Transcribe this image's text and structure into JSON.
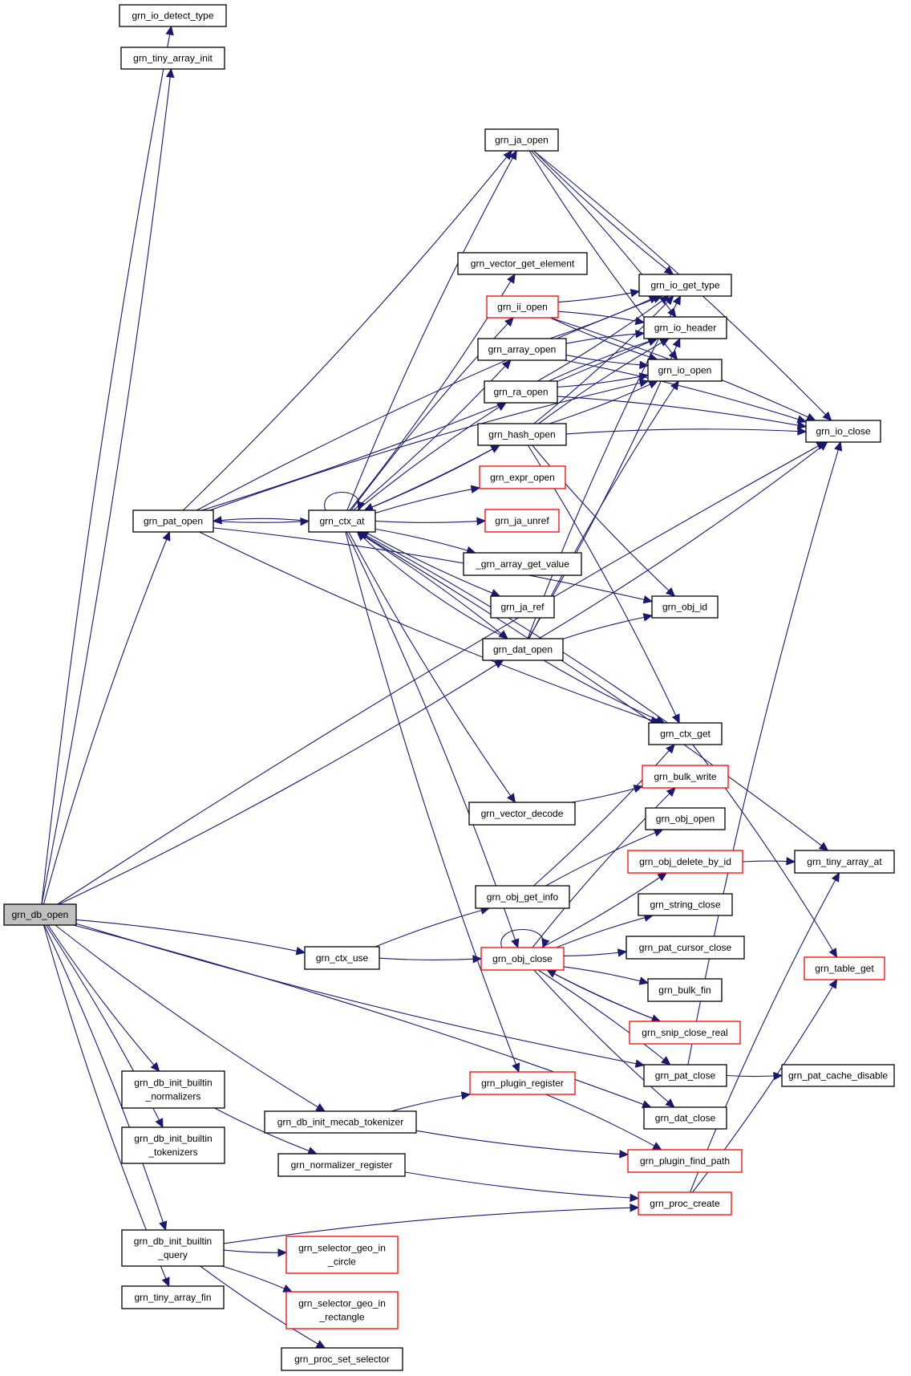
{
  "diagram": {
    "title": "grn_db_open call graph",
    "colors": {
      "edge": "#191970",
      "node_border": "#000000",
      "node_border_truncated": "#ff0000",
      "root_fill": "#bfbfbf",
      "node_fill": "#ffffff"
    },
    "nodes": [
      {
        "id": "grn_db_open",
        "label": "grn_db_open",
        "type": "root"
      },
      {
        "id": "grn_io_detect_type",
        "label": "grn_io_detect_type",
        "type": "normal"
      },
      {
        "id": "grn_tiny_array_init",
        "label": "grn_tiny_array_init",
        "type": "normal"
      },
      {
        "id": "grn_ja_open",
        "label": "grn_ja_open",
        "type": "normal"
      },
      {
        "id": "grn_vector_get_element",
        "label": "grn_vector_get_element",
        "type": "normal"
      },
      {
        "id": "grn_ii_open",
        "label": "grn_ii_open",
        "type": "truncated"
      },
      {
        "id": "grn_io_get_type",
        "label": "grn_io_get_type",
        "type": "normal"
      },
      {
        "id": "grn_io_header",
        "label": "grn_io_header",
        "type": "normal"
      },
      {
        "id": "grn_array_open",
        "label": "grn_array_open",
        "type": "normal"
      },
      {
        "id": "grn_io_open",
        "label": "grn_io_open",
        "type": "normal"
      },
      {
        "id": "grn_ra_open",
        "label": "grn_ra_open",
        "type": "normal"
      },
      {
        "id": "grn_hash_open",
        "label": "grn_hash_open",
        "type": "normal"
      },
      {
        "id": "grn_io_close",
        "label": "grn_io_close",
        "type": "normal"
      },
      {
        "id": "grn_expr_open",
        "label": "grn_expr_open",
        "type": "truncated"
      },
      {
        "id": "grn_pat_open",
        "label": "grn_pat_open",
        "type": "normal"
      },
      {
        "id": "grn_ctx_at",
        "label": "grn_ctx_at",
        "type": "normal"
      },
      {
        "id": "grn_ja_unref",
        "label": "grn_ja_unref",
        "type": "truncated"
      },
      {
        "id": "_grn_array_get_value",
        "label": "_grn_array_get_value",
        "type": "normal"
      },
      {
        "id": "grn_ja_ref",
        "label": "grn_ja_ref",
        "type": "normal"
      },
      {
        "id": "grn_obj_id",
        "label": "grn_obj_id",
        "type": "normal"
      },
      {
        "id": "grn_dat_open",
        "label": "grn_dat_open",
        "type": "normal"
      },
      {
        "id": "grn_ctx_get",
        "label": "grn_ctx_get",
        "type": "normal"
      },
      {
        "id": "grn_bulk_write",
        "label": "grn_bulk_write",
        "type": "truncated"
      },
      {
        "id": "grn_vector_decode",
        "label": "grn_vector_decode",
        "type": "normal"
      },
      {
        "id": "grn_obj_open",
        "label": "grn_obj_open",
        "type": "normal"
      },
      {
        "id": "grn_tiny_array_at",
        "label": "grn_tiny_array_at",
        "type": "normal"
      },
      {
        "id": "grn_obj_delete_by_id",
        "label": "grn_obj_delete_by_id",
        "type": "truncated"
      },
      {
        "id": "grn_obj_get_info",
        "label": "grn_obj_get_info",
        "type": "normal"
      },
      {
        "id": "grn_string_close",
        "label": "grn_string_close",
        "type": "normal"
      },
      {
        "id": "grn_ctx_use",
        "label": "grn_ctx_use",
        "type": "normal"
      },
      {
        "id": "grn_obj_close",
        "label": "grn_obj_close",
        "type": "truncated"
      },
      {
        "id": "grn_pat_cursor_close",
        "label": "grn_pat_cursor_close",
        "type": "normal"
      },
      {
        "id": "grn_table_get",
        "label": "grn_table_get",
        "type": "truncated"
      },
      {
        "id": "grn_bulk_fin",
        "label": "grn_bulk_fin",
        "type": "normal"
      },
      {
        "id": "grn_snip_close_real",
        "label": "grn_snip_close_real",
        "type": "truncated"
      },
      {
        "id": "grn_db_init_builtin_normalizers",
        "label": "grn_db_init_builtin\n_normalizers",
        "type": "normal"
      },
      {
        "id": "grn_pat_close",
        "label": "grn_pat_close",
        "type": "normal"
      },
      {
        "id": "grn_pat_cache_disable",
        "label": "grn_pat_cache_disable",
        "type": "normal"
      },
      {
        "id": "grn_plugin_register",
        "label": "grn_plugin_register",
        "type": "truncated"
      },
      {
        "id": "grn_dat_close",
        "label": "grn_dat_close",
        "type": "normal"
      },
      {
        "id": "grn_db_init_mecab_tokenizer",
        "label": "grn_db_init_mecab_tokenizer",
        "type": "normal"
      },
      {
        "id": "grn_db_init_builtin_tokenizers",
        "label": "grn_db_init_builtin\n_tokenizers",
        "type": "normal"
      },
      {
        "id": "grn_normalizer_register",
        "label": "grn_normalizer_register",
        "type": "normal"
      },
      {
        "id": "grn_plugin_find_path",
        "label": "grn_plugin_find_path",
        "type": "truncated"
      },
      {
        "id": "grn_proc_create",
        "label": "grn_proc_create",
        "type": "truncated"
      },
      {
        "id": "grn_db_init_builtin_query",
        "label": "grn_db_init_builtin\n_query",
        "type": "normal"
      },
      {
        "id": "grn_selector_geo_in_circle",
        "label": "grn_selector_geo_in\n_circle",
        "type": "truncated"
      },
      {
        "id": "grn_tiny_array_fin",
        "label": "grn_tiny_array_fin",
        "type": "normal"
      },
      {
        "id": "grn_selector_geo_in_rectangle",
        "label": "grn_selector_geo_in\n_rectangle",
        "type": "truncated"
      },
      {
        "id": "grn_proc_set_selector",
        "label": "grn_proc_set_selector",
        "type": "normal"
      }
    ],
    "edges": [
      {
        "from": "grn_db_open",
        "to": "grn_io_detect_type"
      },
      {
        "from": "grn_db_open",
        "to": "grn_tiny_array_init"
      },
      {
        "from": "grn_db_open",
        "to": "grn_pat_open"
      },
      {
        "from": "grn_db_open",
        "to": "grn_dat_open"
      },
      {
        "from": "grn_db_open",
        "to": "grn_ctx_use"
      },
      {
        "from": "grn_db_open",
        "to": "grn_pat_close"
      },
      {
        "from": "grn_db_open",
        "to": "grn_dat_close"
      },
      {
        "from": "grn_db_open",
        "to": "grn_db_init_builtin_normalizers"
      },
      {
        "from": "grn_db_open",
        "to": "grn_db_init_builtin_tokenizers"
      },
      {
        "from": "grn_db_open",
        "to": "grn_db_init_mecab_tokenizer"
      },
      {
        "from": "grn_db_open",
        "to": "grn_db_init_builtin_query"
      },
      {
        "from": "grn_db_open",
        "to": "grn_tiny_array_fin"
      },
      {
        "from": "grn_db_open",
        "to": "grn_io_close"
      },
      {
        "from": "grn_pat_open",
        "to": "grn_ja_open"
      },
      {
        "from": "grn_pat_open",
        "to": "grn_io_get_type"
      },
      {
        "from": "grn_pat_open",
        "to": "grn_io_header"
      },
      {
        "from": "grn_pat_open",
        "to": "grn_io_open"
      },
      {
        "from": "grn_pat_open",
        "to": "grn_ctx_at"
      },
      {
        "from": "grn_pat_open",
        "to": "grn_obj_id"
      },
      {
        "from": "grn_pat_open",
        "to": "grn_ctx_get"
      },
      {
        "from": "grn_ctx_at",
        "to": "grn_pat_open"
      },
      {
        "from": "grn_ctx_at",
        "to": "grn_ctx_at"
      },
      {
        "from": "grn_ctx_at",
        "to": "grn_ja_open"
      },
      {
        "from": "grn_ctx_at",
        "to": "grn_vector_get_element"
      },
      {
        "from": "grn_ctx_at",
        "to": "grn_ii_open"
      },
      {
        "from": "grn_ctx_at",
        "to": "grn_array_open"
      },
      {
        "from": "grn_ctx_at",
        "to": "grn_ra_open"
      },
      {
        "from": "grn_ctx_at",
        "to": "grn_hash_open"
      },
      {
        "from": "grn_ctx_at",
        "to": "grn_expr_open"
      },
      {
        "from": "grn_ctx_at",
        "to": "grn_ja_unref"
      },
      {
        "from": "grn_ctx_at",
        "to": "_grn_array_get_value"
      },
      {
        "from": "grn_ctx_at",
        "to": "grn_ja_ref"
      },
      {
        "from": "grn_ctx_at",
        "to": "grn_dat_open"
      },
      {
        "from": "grn_ctx_at",
        "to": "grn_vector_decode"
      },
      {
        "from": "grn_ctx_at",
        "to": "grn_obj_close"
      },
      {
        "from": "grn_ctx_at",
        "to": "grn_plugin_register"
      },
      {
        "from": "grn_ctx_at",
        "to": "grn_tiny_array_at"
      },
      {
        "from": "grn_ja_open",
        "to": "grn_io_get_type"
      },
      {
        "from": "grn_ja_open",
        "to": "grn_io_header"
      },
      {
        "from": "grn_ja_open",
        "to": "grn_io_open"
      },
      {
        "from": "grn_ja_open",
        "to": "grn_io_close"
      },
      {
        "from": "grn_ii_open",
        "to": "grn_io_get_type"
      },
      {
        "from": "grn_ii_open",
        "to": "grn_io_header"
      },
      {
        "from": "grn_ii_open",
        "to": "grn_io_open"
      },
      {
        "from": "grn_ii_open",
        "to": "grn_io_close"
      },
      {
        "from": "grn_array_open",
        "to": "grn_io_get_type"
      },
      {
        "from": "grn_array_open",
        "to": "grn_io_header"
      },
      {
        "from": "grn_array_open",
        "to": "grn_io_open"
      },
      {
        "from": "grn_array_open",
        "to": "grn_io_close"
      },
      {
        "from": "grn_ra_open",
        "to": "grn_io_get_type"
      },
      {
        "from": "grn_ra_open",
        "to": "grn_io_header"
      },
      {
        "from": "grn_ra_open",
        "to": "grn_io_open"
      },
      {
        "from": "grn_ra_open",
        "to": "grn_io_close"
      },
      {
        "from": "grn_hash_open",
        "to": "grn_io_get_type"
      },
      {
        "from": "grn_hash_open",
        "to": "grn_io_header"
      },
      {
        "from": "grn_hash_open",
        "to": "grn_io_open"
      },
      {
        "from": "grn_hash_open",
        "to": "grn_io_close"
      },
      {
        "from": "grn_hash_open",
        "to": "grn_obj_id"
      },
      {
        "from": "grn_hash_open",
        "to": "grn_ctx_get"
      },
      {
        "from": "grn_hash_open",
        "to": "grn_ctx_at"
      },
      {
        "from": "grn_dat_open",
        "to": "grn_io_get_type"
      },
      {
        "from": "grn_dat_open",
        "to": "grn_io_header"
      },
      {
        "from": "grn_dat_open",
        "to": "grn_io_open"
      },
      {
        "from": "grn_dat_open",
        "to": "grn_io_close"
      },
      {
        "from": "grn_dat_open",
        "to": "grn_obj_id"
      },
      {
        "from": "grn_dat_open",
        "to": "grn_ctx_get"
      },
      {
        "from": "grn_dat_open",
        "to": "grn_ctx_at"
      },
      {
        "from": "grn_ctx_get",
        "to": "grn_ctx_at"
      },
      {
        "from": "grn_ctx_get",
        "to": "grn_table_get"
      },
      {
        "from": "grn_vector_decode",
        "to": "grn_bulk_write"
      },
      {
        "from": "grn_ctx_use",
        "to": "grn_obj_get_info"
      },
      {
        "from": "grn_ctx_use",
        "to": "grn_obj_close"
      },
      {
        "from": "grn_obj_get_info",
        "to": "grn_obj_open"
      },
      {
        "from": "grn_obj_get_info",
        "to": "grn_ctx_get"
      },
      {
        "from": "grn_obj_close",
        "to": "grn_obj_close"
      },
      {
        "from": "grn_obj_close",
        "to": "grn_obj_delete_by_id"
      },
      {
        "from": "grn_obj_close",
        "to": "grn_string_close"
      },
      {
        "from": "grn_obj_close",
        "to": "grn_pat_cursor_close"
      },
      {
        "from": "grn_obj_close",
        "to": "grn_bulk_fin"
      },
      {
        "from": "grn_obj_close",
        "to": "grn_snip_close_real"
      },
      {
        "from": "grn_obj_close",
        "to": "grn_pat_close"
      },
      {
        "from": "grn_obj_close",
        "to": "grn_dat_close"
      },
      {
        "from": "grn_obj_close",
        "to": "grn_bulk_write"
      },
      {
        "from": "grn_snip_close_real",
        "to": "grn_obj_close"
      },
      {
        "from": "grn_obj_delete_by_id",
        "to": "grn_tiny_array_at"
      },
      {
        "from": "grn_pat_close",
        "to": "grn_pat_cache_disable"
      },
      {
        "from": "grn_pat_close",
        "to": "grn_io_close"
      },
      {
        "from": "grn_db_init_builtin_normalizers",
        "to": "grn_normalizer_register"
      },
      {
        "from": "grn_db_init_mecab_tokenizer",
        "to": "grn_plugin_register"
      },
      {
        "from": "grn_db_init_mecab_tokenizer",
        "to": "grn_plugin_find_path"
      },
      {
        "from": "grn_plugin_register",
        "to": "grn_plugin_find_path"
      },
      {
        "from": "grn_normalizer_register",
        "to": "grn_proc_create"
      },
      {
        "from": "grn_db_init_builtin_query",
        "to": "grn_proc_create"
      },
      {
        "from": "grn_db_init_builtin_query",
        "to": "grn_selector_geo_in_circle"
      },
      {
        "from": "grn_db_init_builtin_query",
        "to": "grn_selector_geo_in_rectangle"
      },
      {
        "from": "grn_db_init_builtin_query",
        "to": "grn_proc_set_selector"
      },
      {
        "from": "grn_proc_create",
        "to": "grn_tiny_array_at"
      },
      {
        "from": "grn_proc_create",
        "to": "grn_table_get"
      }
    ]
  }
}
